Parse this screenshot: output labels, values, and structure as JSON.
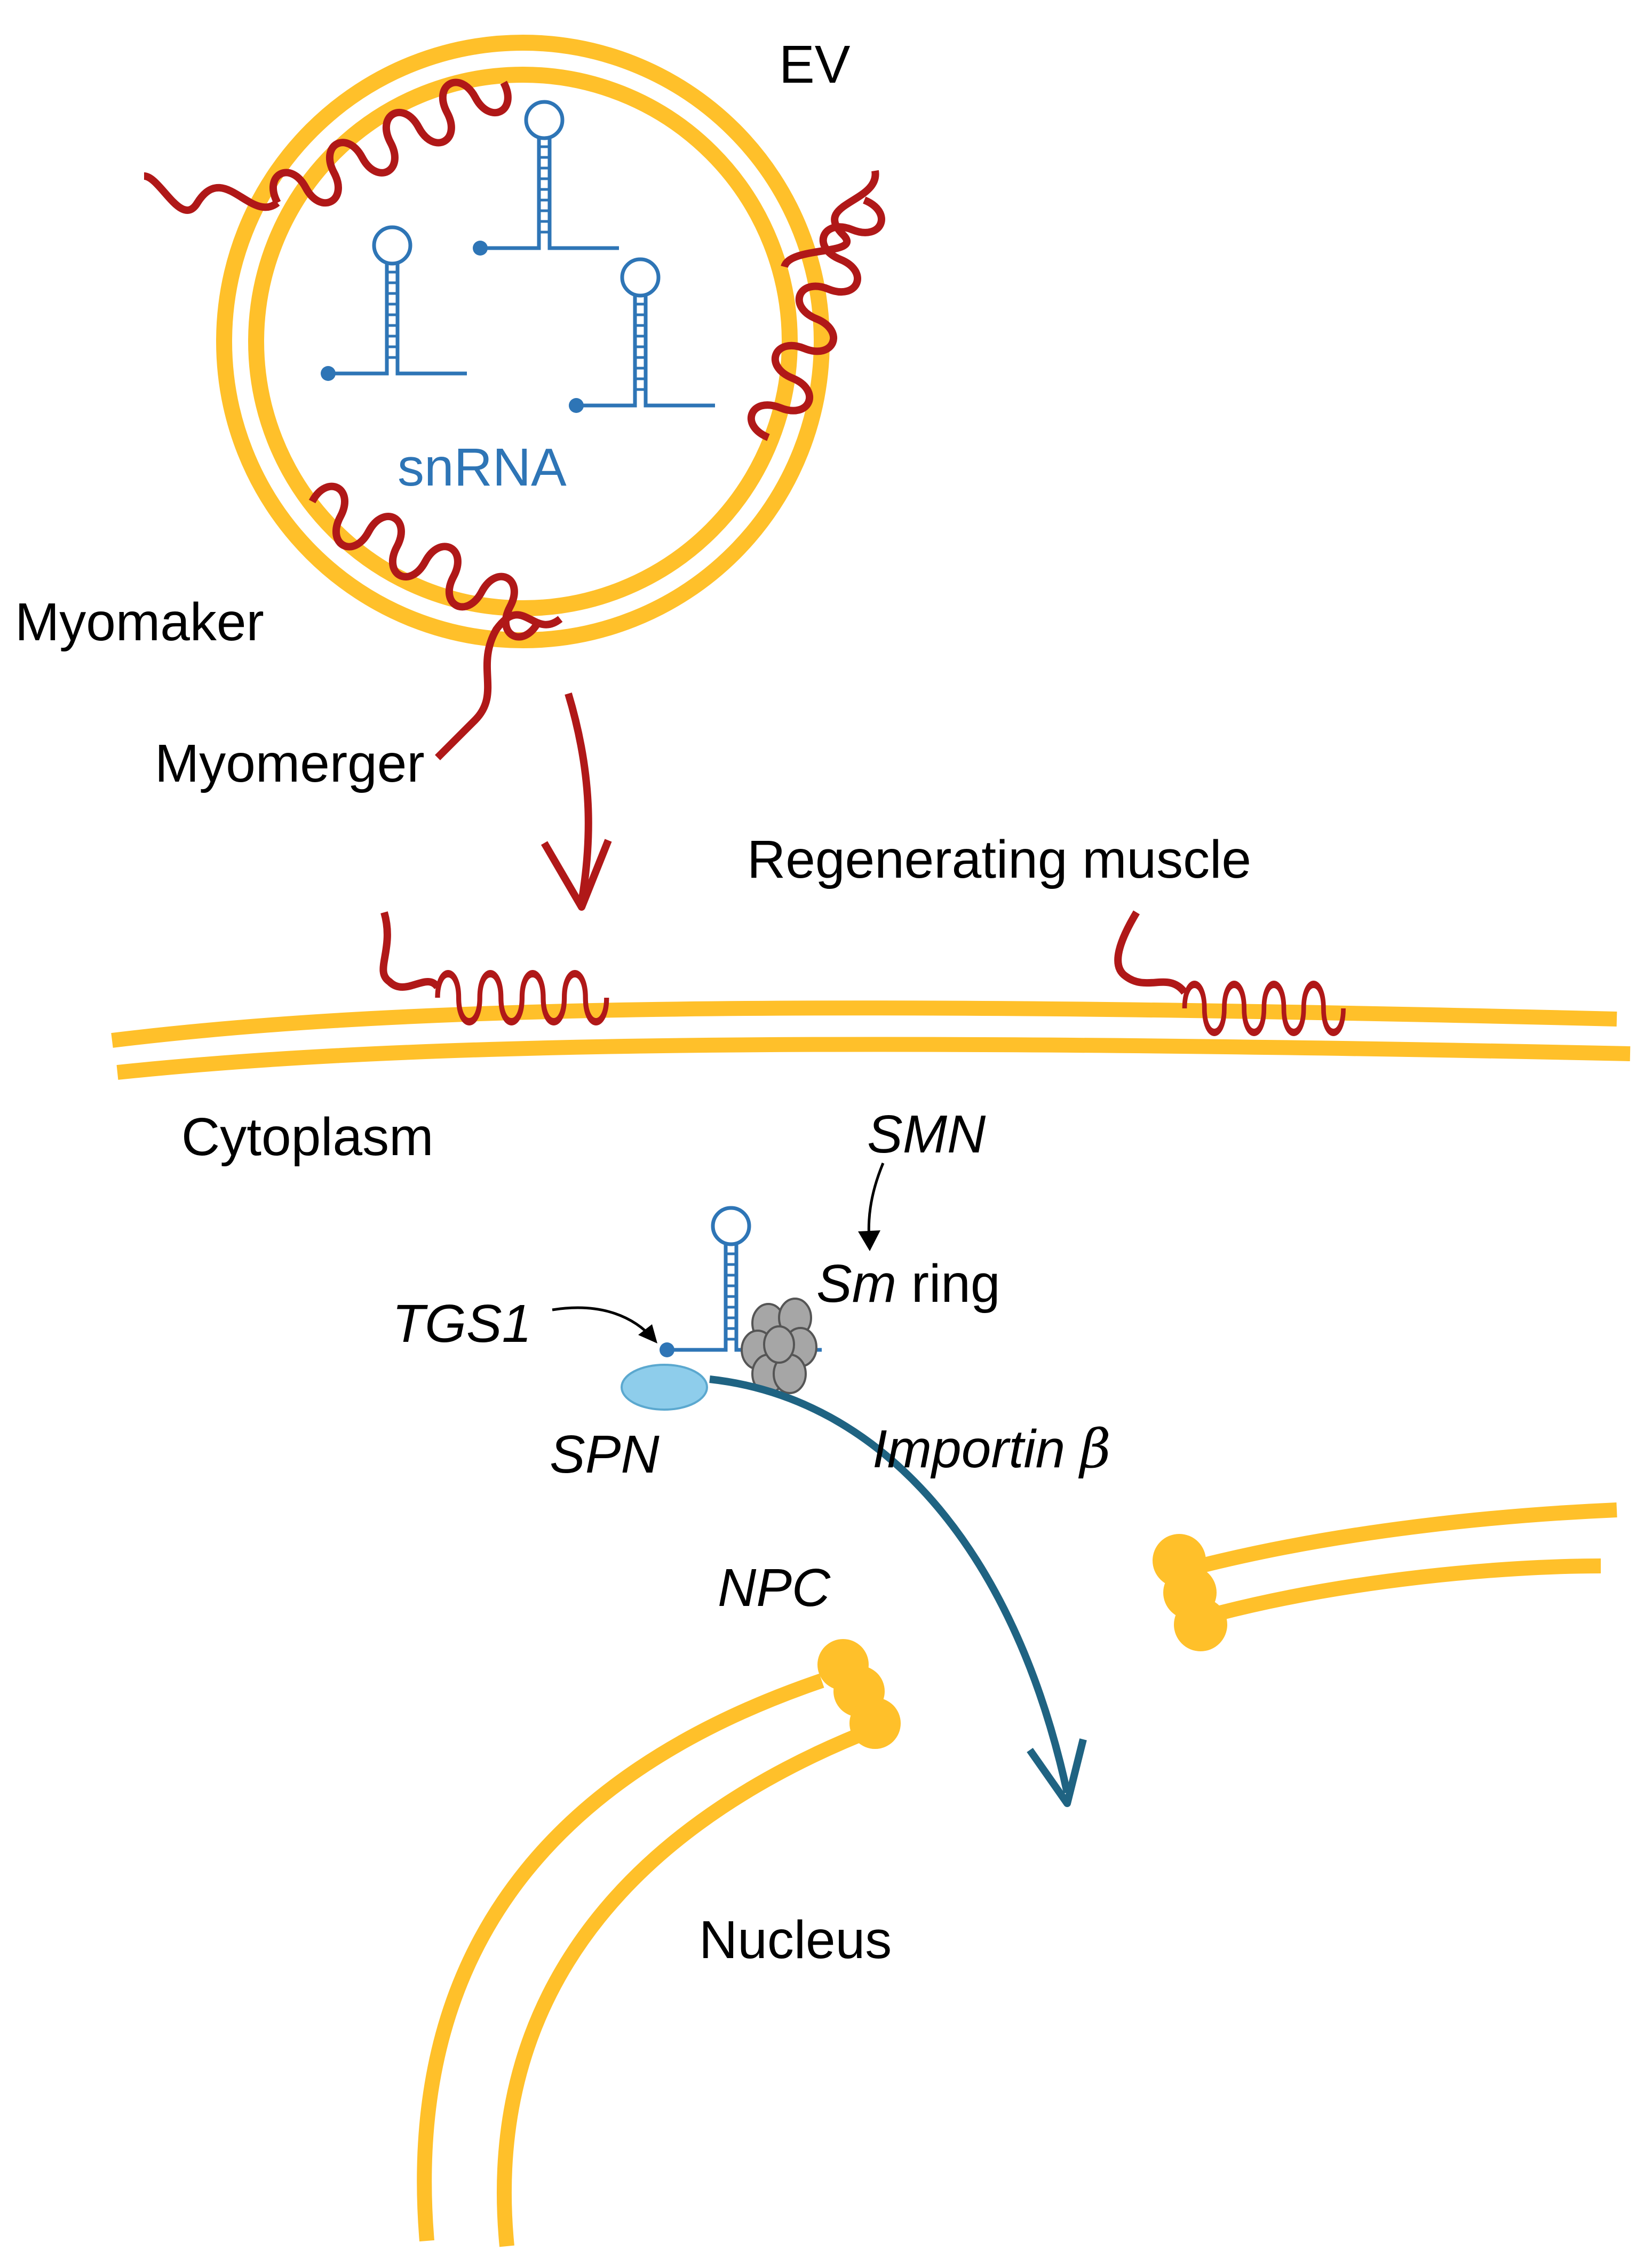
{
  "labels": {
    "ev": "EV",
    "snrna": "snRNA",
    "myomaker": "Myomaker",
    "myomerger": "Myomerger",
    "regenerating_muscle": "Regenerating muscle",
    "cytoplasm": "Cytoplasm",
    "smn": "SMN",
    "sm_ring_italic": "Sm",
    "sm_ring_rest": " ring",
    "tgs1": "TGS1",
    "spn": "SPN",
    "importin": "Importin ",
    "beta": "β",
    "npc": "NPC",
    "nucleus": "Nucleus"
  },
  "colors": {
    "membrane": "#FFC02A",
    "protein": "#B01818",
    "rna": "#2E75B6",
    "importin_arrow": "#1F6382",
    "spn": "#8ECDEB",
    "sm_ring": "#A6A6A6",
    "text": "#000000"
  },
  "icons": {
    "helix": "transmembrane-helix-icon",
    "rna": "snrna-hairpin-icon",
    "sm": "sm-ring-icon"
  }
}
